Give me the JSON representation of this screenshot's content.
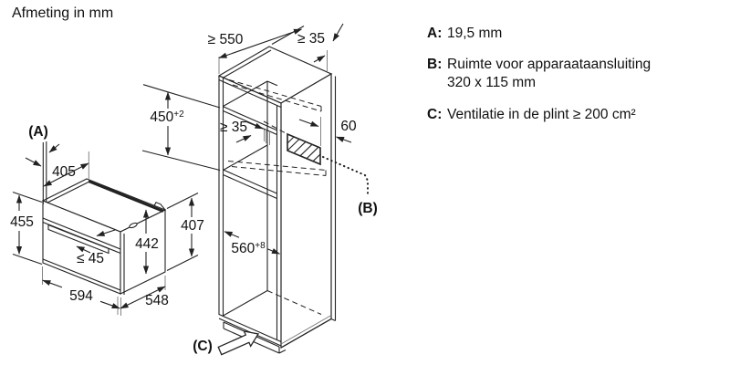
{
  "title": "Afmeting in mm",
  "oven": {
    "label_a": "(A)",
    "dim_depth_top": "405",
    "dim_height_left": "455",
    "dim_handle": "≤ 45",
    "dim_height_inner": "442",
    "dim_width": "594",
    "dim_depth_bottom": "548",
    "dim_height_right": "407"
  },
  "cabinet": {
    "dim_depth": "≥ 550",
    "dim_top_gap": "≥ 35",
    "dim_niche_height": "450",
    "dim_niche_height_tol": "+2",
    "dim_rear_gap": "≥ 35",
    "dim_connection_depth": "60",
    "dim_niche_width": "560",
    "dim_niche_width_tol": "+8",
    "label_b": "(B)",
    "label_c": "(C)"
  },
  "legend": {
    "a_key": "A:",
    "a_text": "19,5 mm",
    "b_key": "B:",
    "b_line1": "Ruimte voor apparaataansluiting",
    "b_line2": "320 x 115 mm",
    "c_key": "C:",
    "c_text": "Ventilatie in de plint ≥ 200 cm²"
  }
}
